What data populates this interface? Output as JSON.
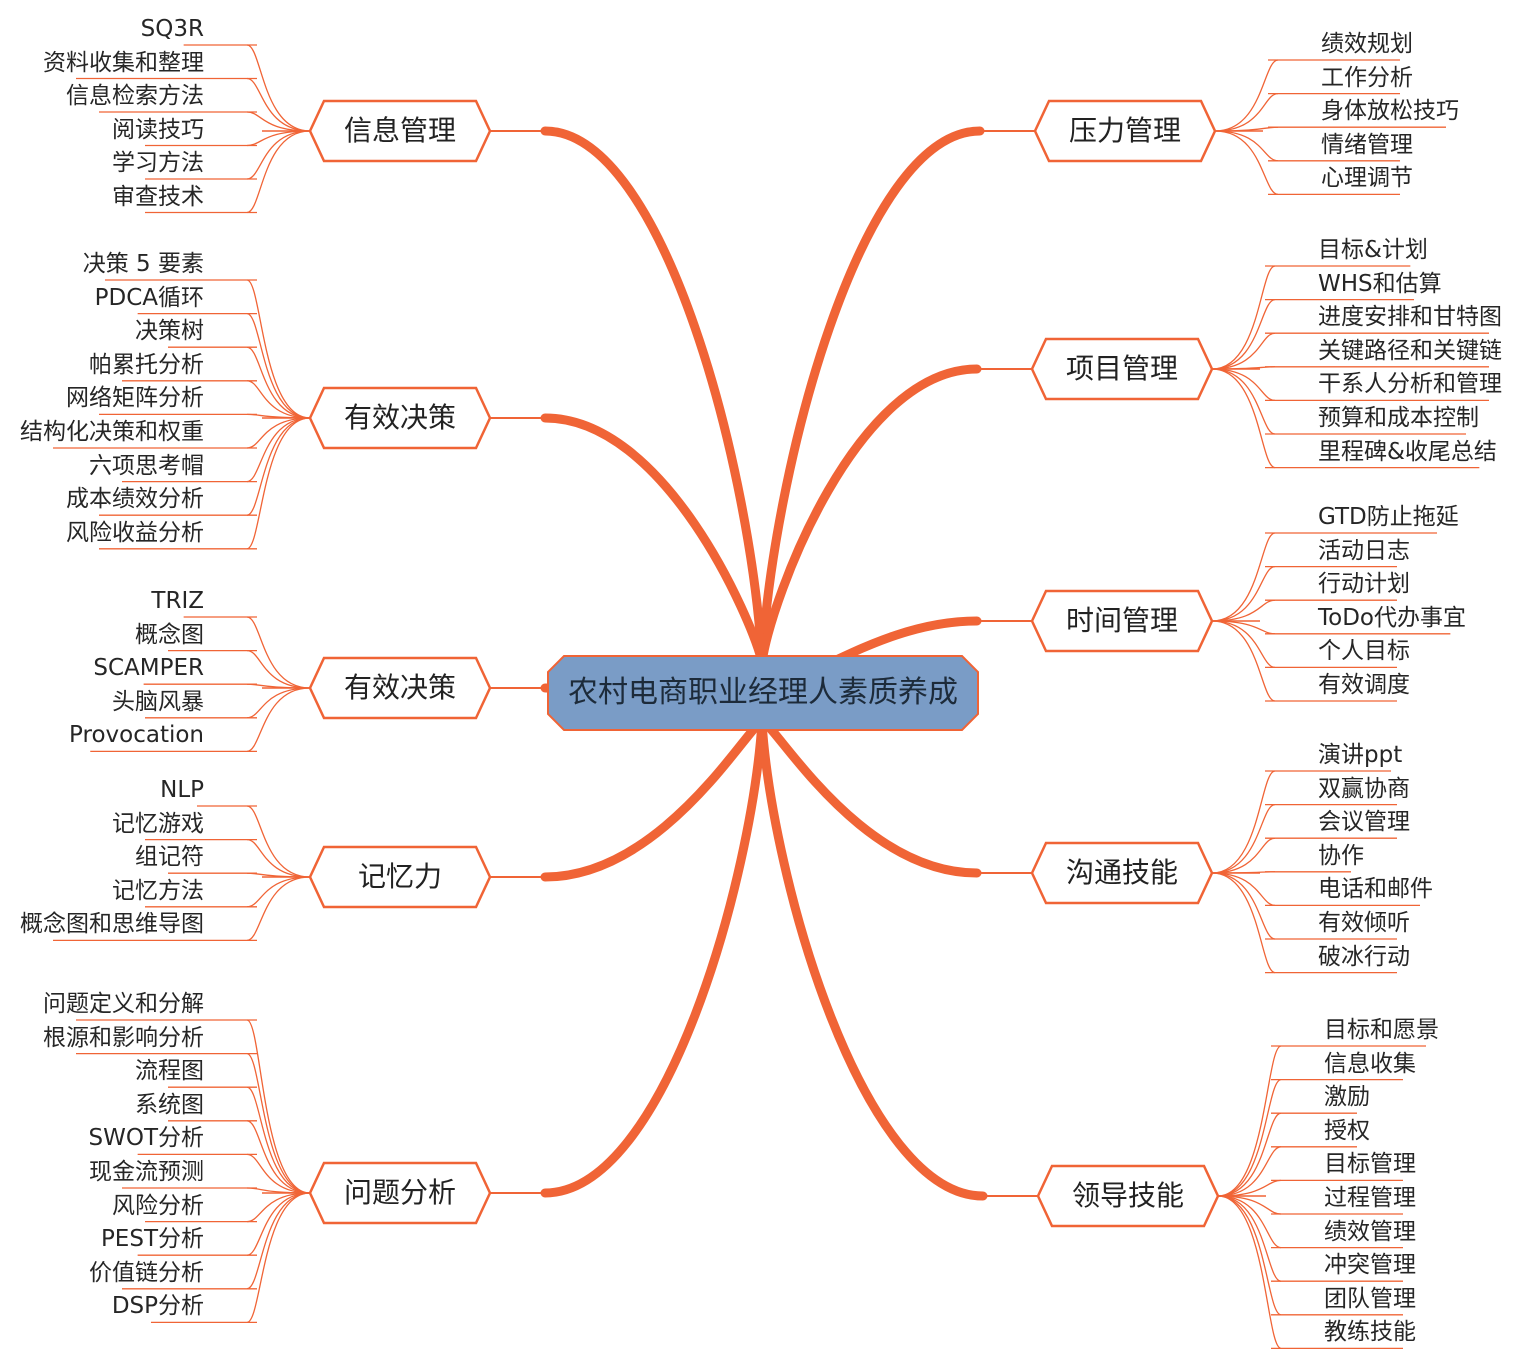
{
  "center": {
    "label": "农村电商职业经理人素质养成"
  },
  "colors": {
    "accent": "#F06436",
    "center_fill": "#7A9CC6",
    "center_stroke": "#F06436",
    "node_fill": "#FFFFFF",
    "text": "#262626"
  },
  "branches": [
    {
      "label": "信息管理",
      "side": "left",
      "leaves": [
        "SQ3R",
        "资料收集和整理",
        "信息检索方法",
        "阅读技巧",
        "学习方法",
        "审查技术"
      ]
    },
    {
      "label": "有效决策",
      "side": "left",
      "leaves": [
        "决策 5 要素",
        "PDCA循环",
        "决策树",
        "帕累托分析",
        "网络矩阵分析",
        "结构化决策和权重",
        "六项思考帽",
        "成本绩效分析",
        "风险收益分析"
      ]
    },
    {
      "label": "有效决策",
      "side": "left",
      "leaves": [
        "TRIZ",
        "概念图",
        "SCAMPER",
        "头脑风暴",
        "Provocation"
      ]
    },
    {
      "label": "记忆力",
      "side": "left",
      "leaves": [
        "NLP",
        "记忆游戏",
        "组记符",
        "记忆方法",
        "概念图和思维导图"
      ]
    },
    {
      "label": "问题分析",
      "side": "left",
      "leaves": [
        "问题定义和分解",
        "根源和影响分析",
        "流程图",
        "系统图",
        "SWOT分析",
        "现金流预测",
        "风险分析",
        "PEST分析",
        "价值链分析",
        "DSP分析"
      ]
    },
    {
      "label": "压力管理",
      "side": "right",
      "leaves": [
        "绩效规划",
        "工作分析",
        "身体放松技巧",
        "情绪管理",
        "心理调节"
      ]
    },
    {
      "label": "项目管理",
      "side": "right",
      "leaves": [
        "目标&计划",
        "WHS和估算",
        "进度安排和甘特图",
        "关键路径和关键链",
        "干系人分析和管理",
        "预算和成本控制",
        "里程碑&收尾总结"
      ]
    },
    {
      "label": "时间管理",
      "side": "right",
      "leaves": [
        "GTD防止拖延",
        "活动日志",
        "行动计划",
        "ToDo代办事宜",
        "个人目标",
        "有效调度"
      ]
    },
    {
      "label": "沟通技能",
      "side": "right",
      "leaves": [
        "演讲ppt",
        "双赢协商",
        "会议管理",
        "协作",
        "电话和邮件",
        "有效倾听",
        "破冰行动"
      ]
    },
    {
      "label": "领导技能",
      "side": "right",
      "leaves": [
        "目标和愿景",
        "信息收集",
        "激励",
        "授权",
        "目标管理",
        "过程管理",
        "绩效管理",
        "冲突管理",
        "团队管理",
        "教练技能"
      ]
    }
  ]
}
